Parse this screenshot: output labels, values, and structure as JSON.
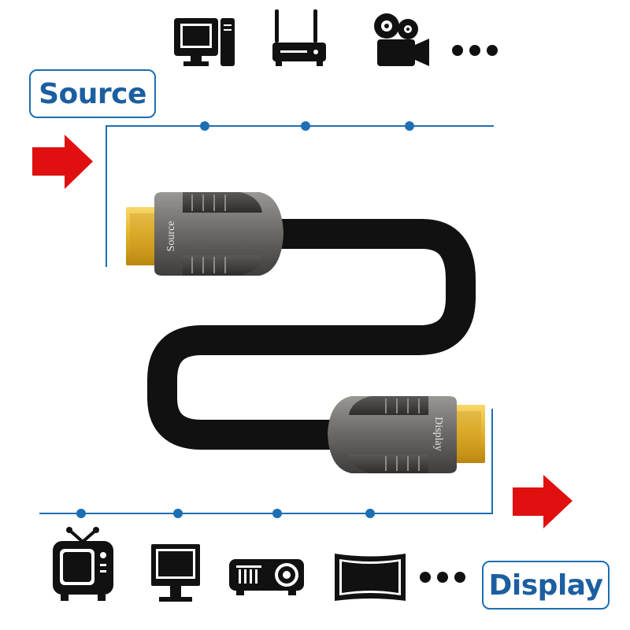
{
  "labels": {
    "source": "Source",
    "display": "Display"
  },
  "connectors": {
    "source_text": "Source",
    "display_text": "Display"
  },
  "source_devices": [
    "computer-icon",
    "router-icon",
    "video-camera-icon",
    "more-icon"
  ],
  "display_devices": [
    "tv-icon",
    "monitor-icon",
    "projector-icon",
    "curved-screen-icon",
    "more-icon"
  ],
  "colors": {
    "line": "#1c6fb3",
    "arrow": "#e01010",
    "cable": "#111111",
    "label_text": "#1c5fa0"
  }
}
